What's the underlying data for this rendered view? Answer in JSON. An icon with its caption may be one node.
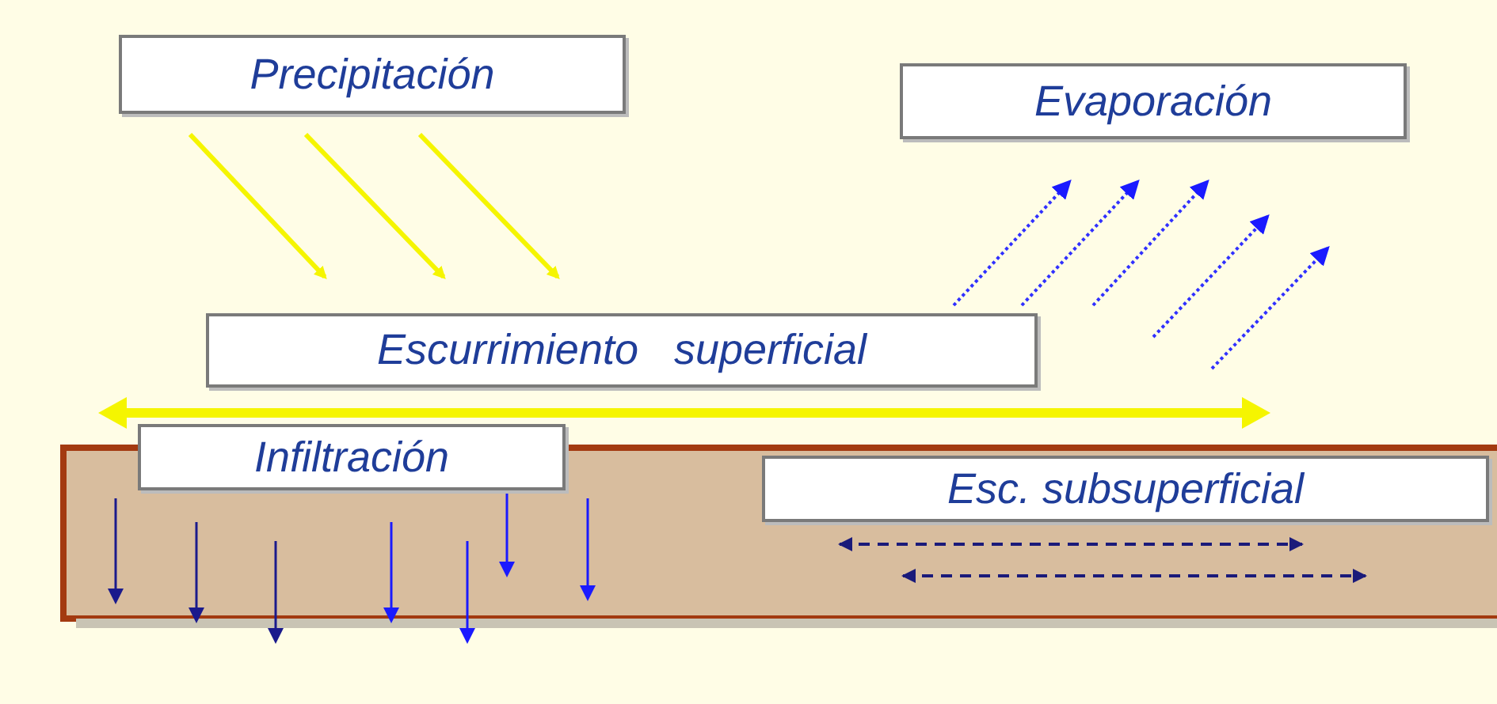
{
  "diagram": {
    "nodes": [
      {
        "text": [
          "Precipitación"
        ]
      },
      {
        "text": [
          "Evaporación"
        ]
      },
      {
        "text": [
          "Escurrimiento   superficial"
        ]
      },
      {
        "text": [
          "Infiltración"
        ]
      },
      {
        "text": [
          "Esc. subsuperficial"
        ]
      }
    ],
    "edges": []
  }
}
